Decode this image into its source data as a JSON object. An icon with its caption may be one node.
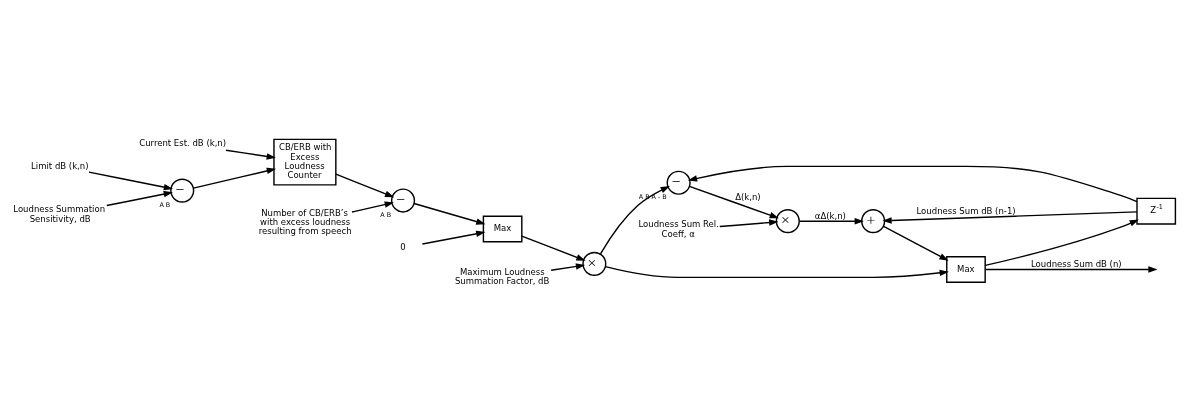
{
  "diagram": {
    "nodes": [
      {
        "text": [
          "Current Est. dB (k,n)"
        ]
      },
      {
        "text": [
          "Limit dB (k,n)"
        ]
      },
      {
        "text": [
          "−"
        ],
        "beside": [
          "A",
          "B"
        ]
      },
      {
        "text": [
          "Loudness Summation Sensitivity, dB"
        ]
      },
      {
        "text": [
          "CB/ERB with Excess Loudness Counter"
        ]
      },
      {
        "text": [
          "−"
        ],
        "beside": [
          "A",
          "B"
        ]
      },
      {
        "text": [
          "Number of CB/ERB’s with excess loudness resulting from speech"
        ]
      },
      {
        "text": [
          "Max"
        ]
      },
      {
        "text": [
          "0"
        ]
      },
      {
        "text": [
          "Maximum Loudness Summation Factor, dB"
        ]
      },
      {
        "text": [
          "×"
        ]
      },
      {
        "text": [
          "−"
        ],
        "beside": [
          "A",
          "B",
          "A - B"
        ]
      },
      {
        "text": [
          "×"
        ]
      },
      {
        "text": [
          "Loudness Sum Rel. Coeff, α"
        ]
      },
      {
        "text": [
          "+"
        ]
      },
      {
        "text": [
          "Max"
        ]
      },
      {
        "text": [
          "Z$^{-1}$"
        ]
      }
    ],
    "edges": [
      {
        "from": 0,
        "to": 4,
        "arrow": "to"
      },
      {
        "from": 1,
        "to": 2,
        "arrow": "to"
      },
      {
        "from": 3,
        "to": 2,
        "arrow": "to"
      },
      {
        "from": 2,
        "to": 4,
        "arrow": "to"
      },
      {
        "from": 4,
        "to": 5,
        "arrow": "to"
      },
      {
        "from": 6,
        "to": 5,
        "arrow": "to"
      },
      {
        "from": 5,
        "to": 7,
        "arrow": "to"
      },
      {
        "from": 8,
        "to": 7,
        "arrow": "to"
      },
      {
        "from": 7,
        "to": 10,
        "arrow": "to"
      },
      {
        "from": 9,
        "to": 10,
        "arrow": "to"
      },
      {
        "from": 10,
        "to": 11,
        "arrow": "to"
      },
      {
        "from": 10,
        "to": 15,
        "arrow": "to"
      },
      {
        "from": 11,
        "to": 12,
        "arrow": "to",
        "label": "Δ(k,n)"
      },
      {
        "from": 13,
        "to": 12,
        "arrow": "to"
      },
      {
        "from": 12,
        "to": 14,
        "arrow": "to",
        "label": "αΔ(k,n)"
      },
      {
        "from": 14,
        "to": 15,
        "arrow": "to"
      },
      {
        "from": 15,
        "to": null,
        "arrow": "to",
        "label": "Loudness Sum dB (n)"
      },
      {
        "from": 15,
        "to": 16,
        "arrow": "to"
      },
      {
        "from": 16,
        "to": 11,
        "arrow": "to"
      },
      {
        "from": 16,
        "to": 14,
        "arrow": "to",
        "label": "Loudness Sum dB (n-1)"
      }
    ]
  }
}
